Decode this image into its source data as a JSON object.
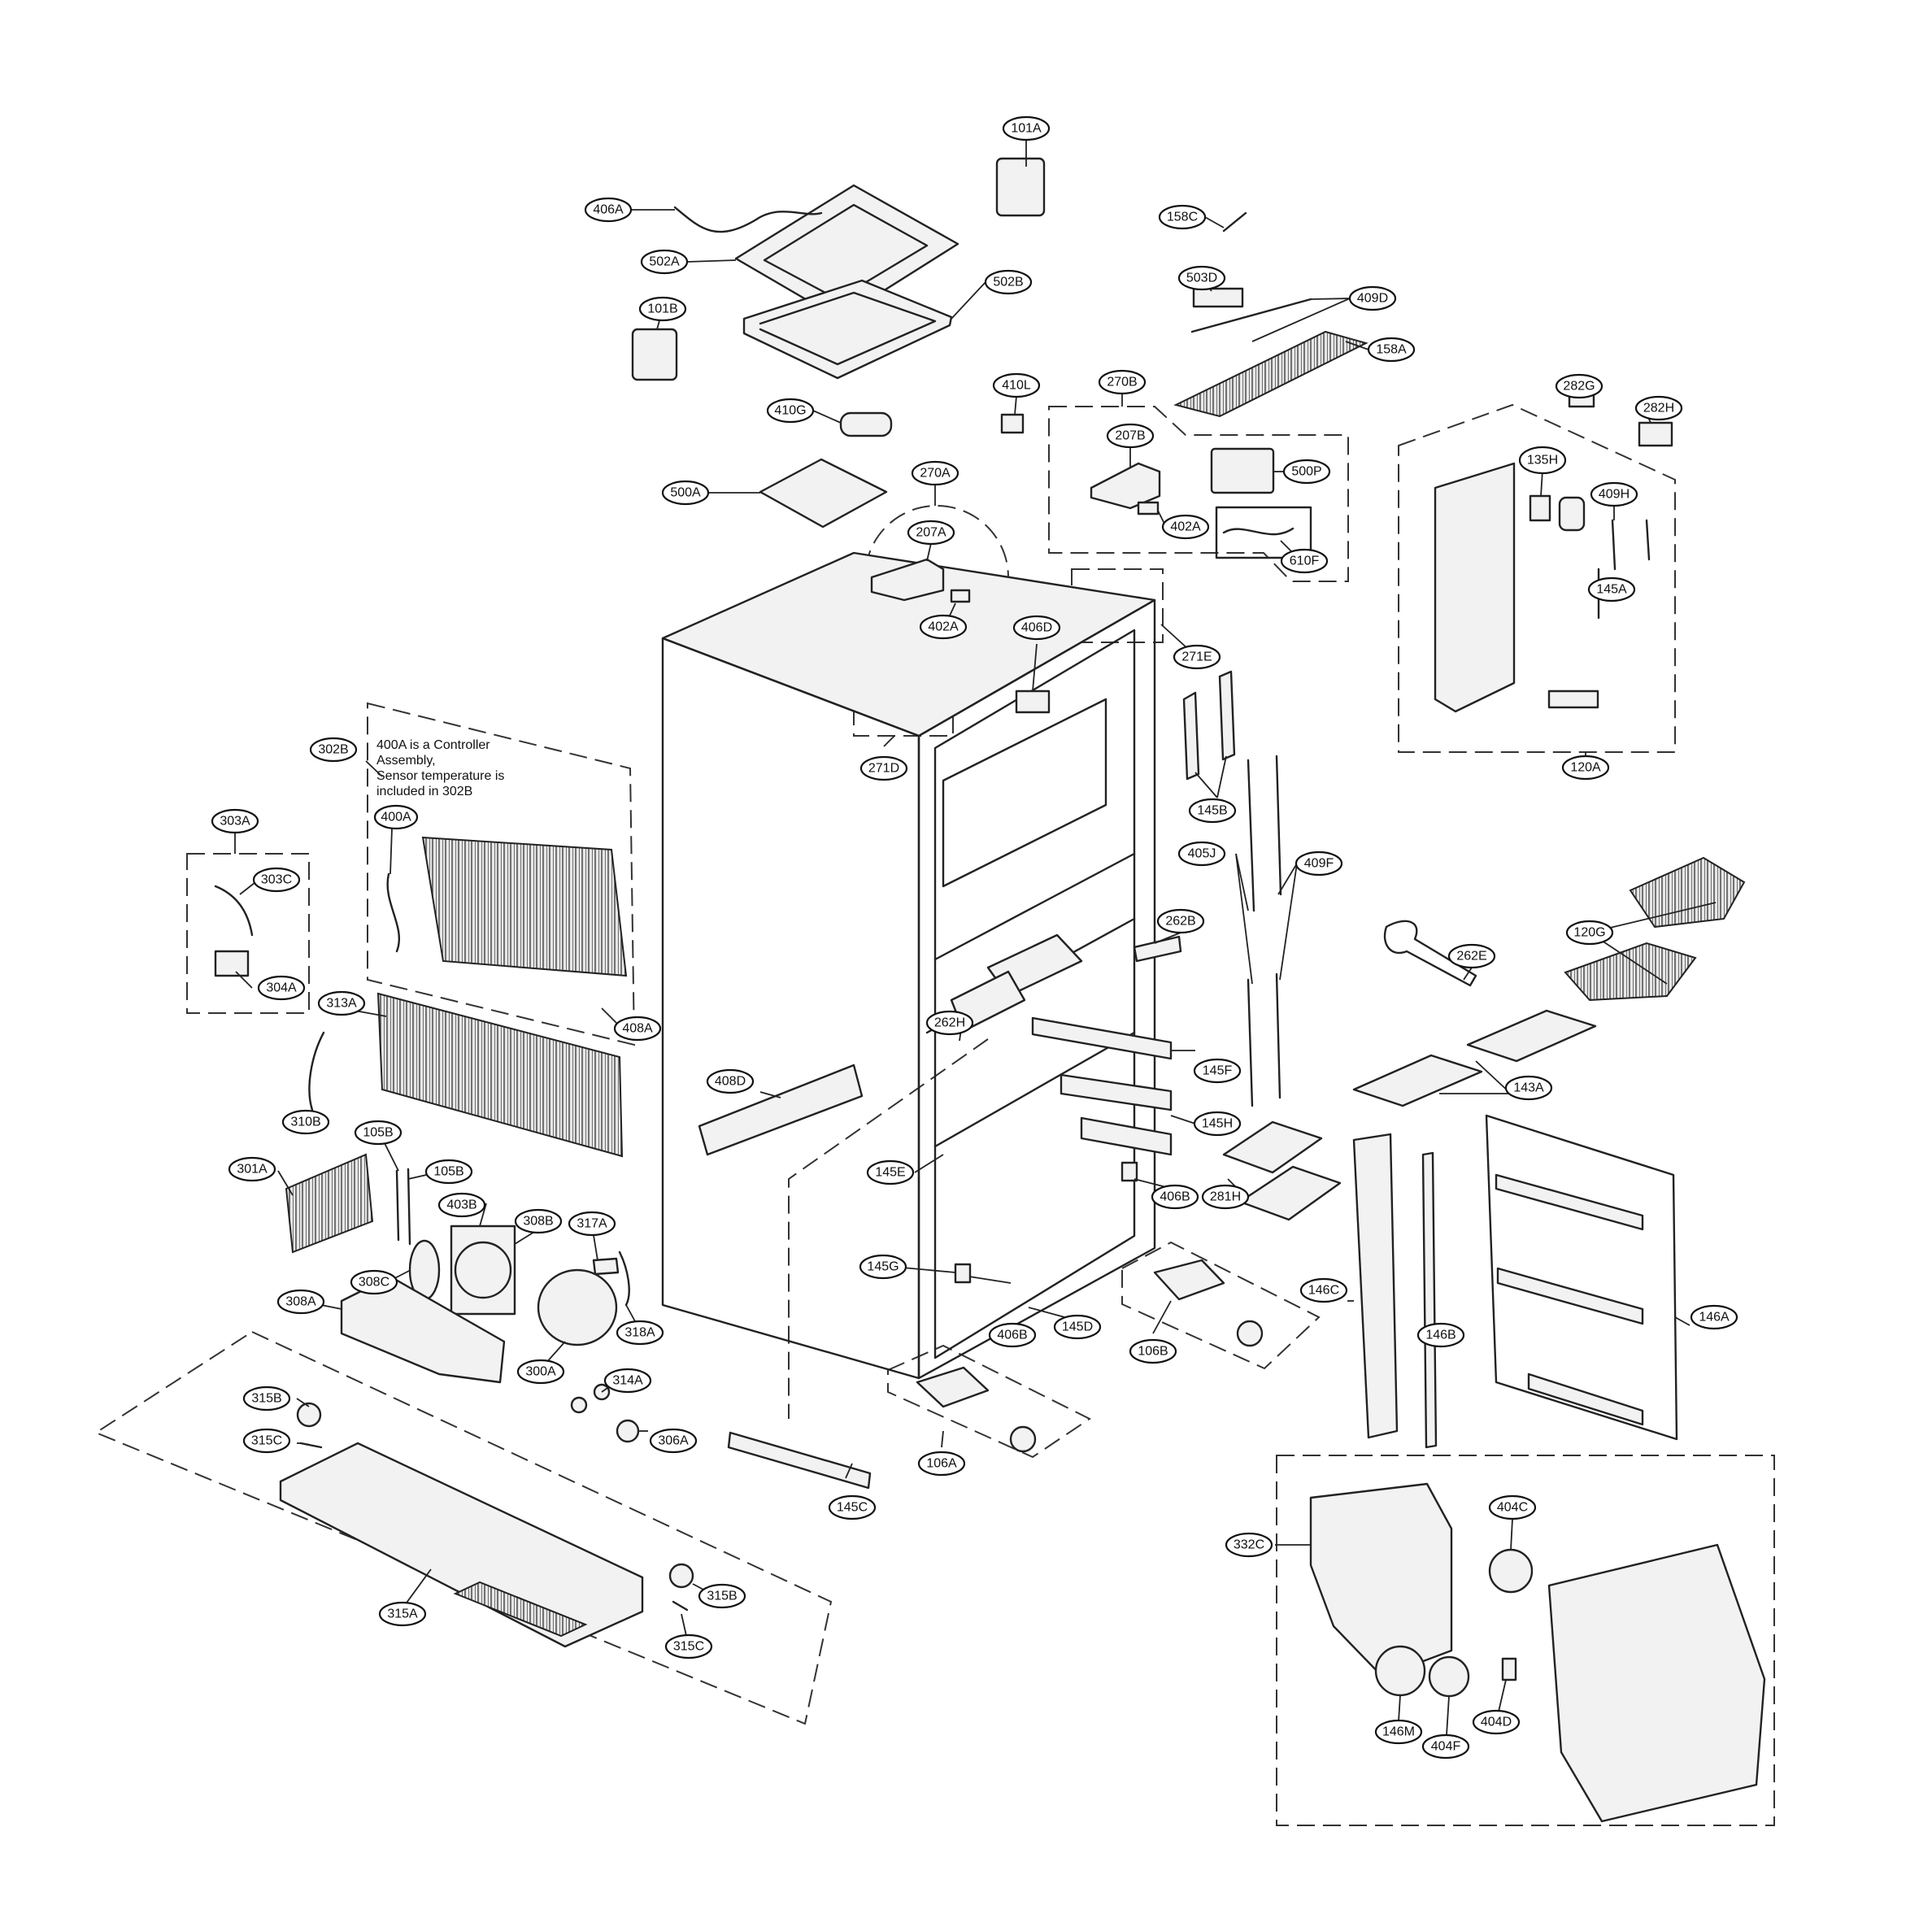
{
  "diagram": {
    "note_lines": [
      "400A is a Controller",
      "Assembly,",
      "Sensor temperature is",
      "included in 302B"
    ],
    "callouts": [
      "101A",
      "406A",
      "502A",
      "502B",
      "101B",
      "410G",
      "500A",
      "158C",
      "503D",
      "409D",
      "158A",
      "410L",
      "270B",
      "207B",
      "500P",
      "402A",
      "610F",
      "270A",
      "207A",
      "402A",
      "406D",
      "271E",
      "271D",
      "282G",
      "282H",
      "135H",
      "409H",
      "145A",
      "120A",
      "400A",
      "302B",
      "303A",
      "303C",
      "304A",
      "408A",
      "313A",
      "310B",
      "145B",
      "405J",
      "409F",
      "262B",
      "262E",
      "120G",
      "262H",
      "145F",
      "145H",
      "408D",
      "145E",
      "143A",
      "281H",
      "406B",
      "146C",
      "146B",
      "146A",
      "301A",
      "105B",
      "105B",
      "403B",
      "308B",
      "317A",
      "308C",
      "308A",
      "300A",
      "318A",
      "314A",
      "145G",
      "406B",
      "145D",
      "106B",
      "315B",
      "315C",
      "306A",
      "106A",
      "145C",
      "332C",
      "404C",
      "315B",
      "315A",
      "315C",
      "146M",
      "404F",
      "404D"
    ]
  }
}
